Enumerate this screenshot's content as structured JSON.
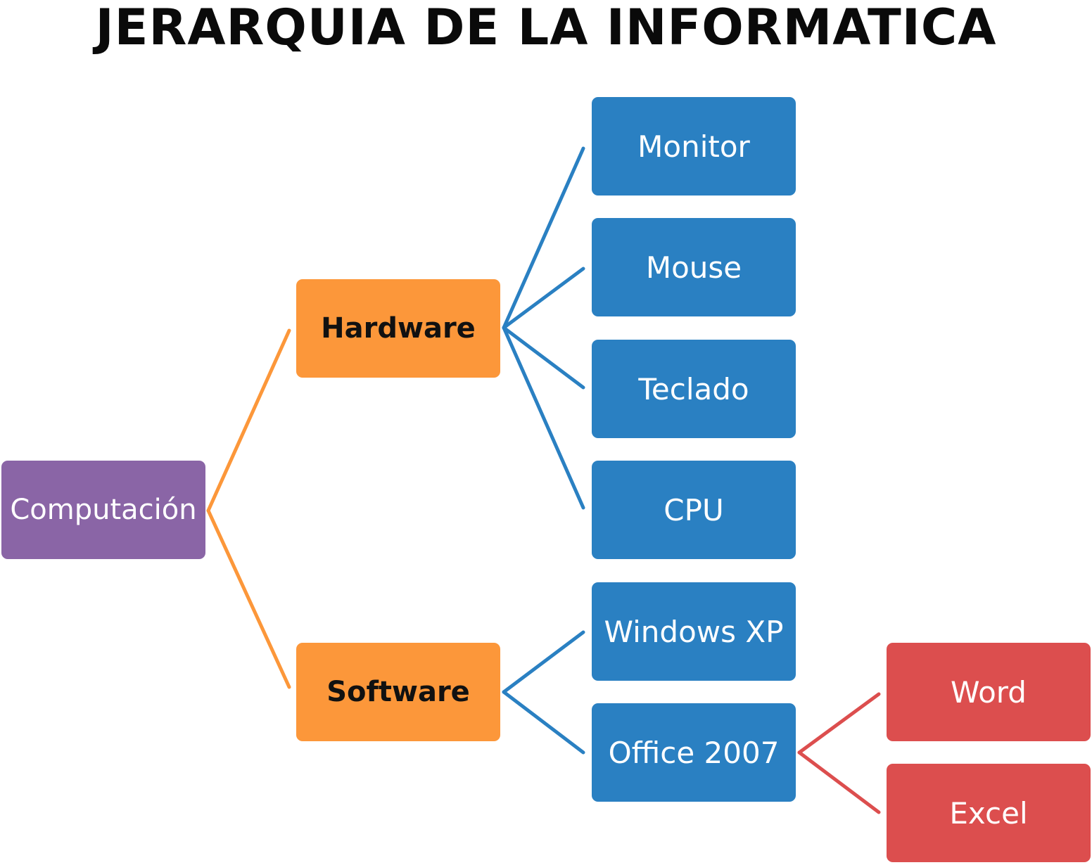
{
  "diagram": {
    "title": "JERARQUIA DE LA INFORMATICA",
    "colors": {
      "root_fill": "#8A65A6",
      "level1_fill": "#FC973A",
      "level2_fill": "#2A80C2",
      "level3_fill": "#DC4E4E",
      "root_connector": "#FC973A",
      "level1_connector": "#2A80C2",
      "level2_connector": "#DC4E4E"
    },
    "root": {
      "label": "Computación",
      "children": [
        {
          "label": "Hardware",
          "children": [
            {
              "label": "Monitor"
            },
            {
              "label": "Mouse"
            },
            {
              "label": "Teclado"
            },
            {
              "label": "CPU"
            }
          ]
        },
        {
          "label": "Software",
          "children": [
            {
              "label": "Windows XP"
            },
            {
              "label": "Office 2007",
              "children": [
                {
                  "label": "Word"
                },
                {
                  "label": "Excel"
                }
              ]
            }
          ]
        }
      ]
    }
  }
}
